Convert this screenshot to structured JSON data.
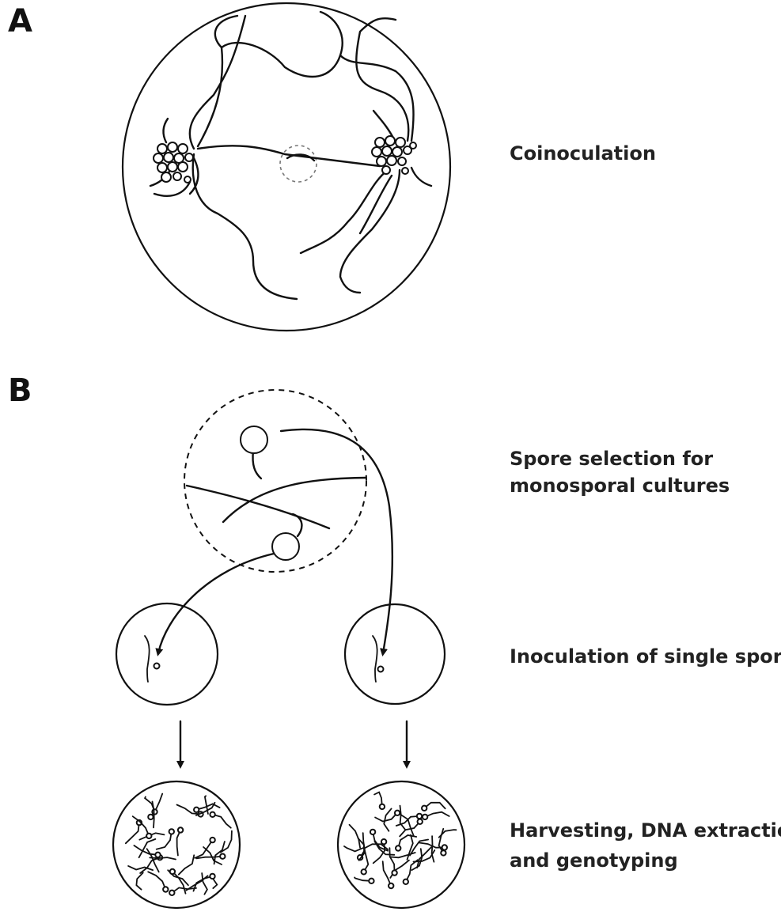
{
  "panels": {
    "a": {
      "label": "A",
      "step": "Coinoculation"
    },
    "b": {
      "label": "B",
      "steps": {
        "selection_line1": "Spore selection for",
        "selection_line2": "monosporal cultures",
        "inoculation": "Inoculation of single spores",
        "harvest_line1": "Harvesting, DNA extraction",
        "harvest_line2": "and genotyping"
      }
    }
  },
  "colors": {
    "ink": "#111111",
    "background": "#ffffff"
  }
}
